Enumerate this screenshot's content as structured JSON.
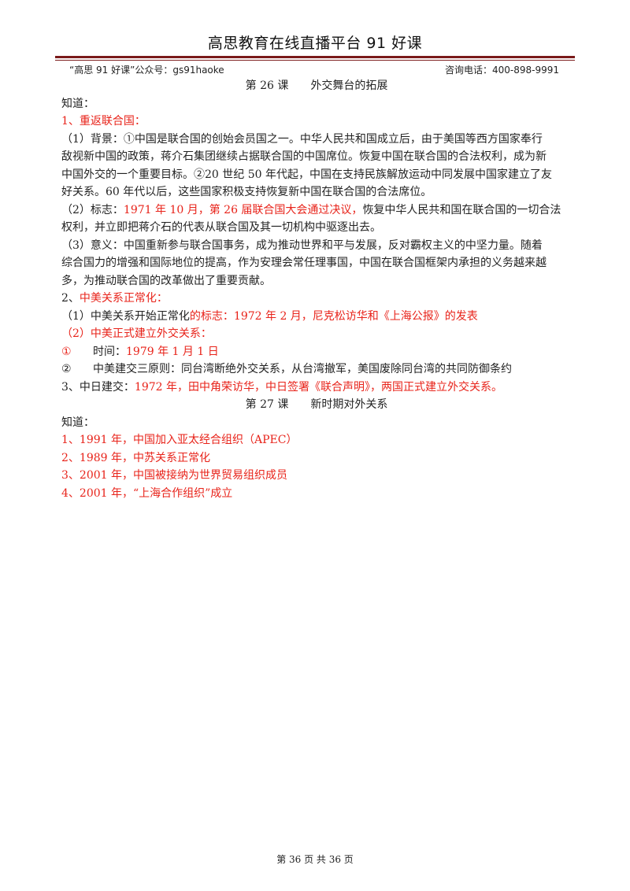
{
  "header": {
    "title": "高思教育在线直播平台 91 好课",
    "left": "“高思 91 好课”公众号：gs91haoke",
    "right": "咨询电话：400-898-9991"
  },
  "lesson26": {
    "title": "第 26 课　　外交舞台的拓展",
    "know": "知道：",
    "s1_heading": "1、重返联合国：",
    "s1_bg_line1": "（1）背景：①中国是联合国的创始会员国之一。中华人民共和国成立后，由于美国等西方国家奉行",
    "s1_bg_line2": "敌视新中国的政策，蒋介石集团继续占据联合国的中国席位。恢复中国在联合国的合法权利，成为新",
    "s1_bg_line3": "中国外交的一个重要目标。②20 世纪 50 年代起，中国在支持民族解放运动中同发展中国家建立了友",
    "s1_bg_line4": "好关系。60 年代以后，这些国家积极支持恢复新中国在联合国的合法席位。",
    "s1_mark_label": "（2）标志：",
    "s1_mark_red": "1971 年 10 月，第 26 届联合国大会通过决议，",
    "s1_mark_rest": "恢复中华人民共和国在联合国的一切合法",
    "s1_mark_line2": "权利，并立即把蒋介石的代表从联合国及其一切机构中驱逐出去。",
    "s1_sig_line1": "（3）意义：中国重新参与联合国事务，成为推动世界和平与发展，反对霸权主义的中坚力量。随着",
    "s1_sig_line2": "综合国力的增强和国际地位的提高，作为安理会常任理事国，中国在联合国框架内承担的义务越来越",
    "s1_sig_line3": "多，为推动联合国的改革做出了重要贡献。",
    "s2_num": "2、",
    "s2_heading": "中美关系正常化：",
    "s2_p1_label": "（1）中美关系开始正常化",
    "s2_p1_red": "的标志：1972 年 2 月，尼克松访华和《上海公报》的发表",
    "s2_p2": "（2）中美正式建立外交关系：",
    "s2_p2_1_num": "①",
    "s2_p2_1_label": "时间：",
    "s2_p2_1_red": "1979 年 1 月 1 日",
    "s2_p2_2_num": "②",
    "s2_p2_2_text": "中美建交三原则：同台湾断绝外交关系，从台湾撤军，美国废除同台湾的共同防御条约",
    "s3_label": "3、中日建交：",
    "s3_red": "1972 年，田中角荣访华，中日签署《联合声明》，两国正式建立外交关系。"
  },
  "lesson27": {
    "title": "第 27 课　　新时期对外关系",
    "know": "知道：",
    "items": [
      "1、1991 年，中国加入亚太经合组织（APEC）",
      "2、1989 年，中苏关系正常化",
      "3、2001 年，中国被接纳为世界贸易组织成员",
      "4、2001 年，“上海合作组织”成立"
    ]
  },
  "footer": {
    "page": "第 36 页 共 36 页"
  },
  "colors": {
    "accent_red": "#e8231a",
    "header_rule": "#7a1a1a"
  }
}
